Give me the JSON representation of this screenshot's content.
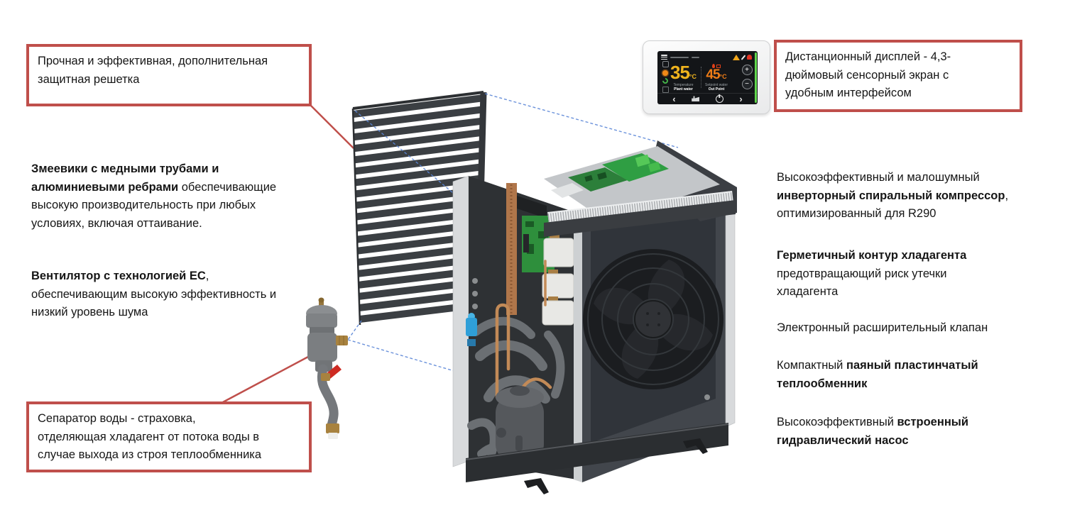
{
  "callouts": {
    "grille": {
      "lines": [
        [
          [
            "r",
            "Прочная и эффективная, дополнительная"
          ]
        ],
        [
          [
            "r",
            "защитная решетка"
          ]
        ]
      ]
    },
    "separator": {
      "lines": [
        [
          [
            "r",
            "Сепаратор воды - страховка,"
          ]
        ],
        [
          [
            "r",
            "отделяющая хладагент от потока воды в"
          ]
        ],
        [
          [
            "r",
            "случае выхода из строя теплообменника"
          ]
        ]
      ]
    },
    "display": {
      "lines": [
        [
          [
            "r",
            "Дистанционный дисплей - 4,3-"
          ]
        ],
        [
          [
            "r",
            "дюймовый сенсорный экран с"
          ]
        ],
        [
          [
            "r",
            "удобным интерфейсом"
          ]
        ]
      ]
    }
  },
  "features_left": {
    "coils": {
      "lines": [
        [
          [
            "b",
            "Змеевики с медными трубами и"
          ]
        ],
        [
          [
            "b",
            "алюминиевыми ребрами"
          ],
          [
            "r",
            " обеспечивающие"
          ]
        ],
        [
          [
            "r",
            "высокую производительность при любых"
          ]
        ],
        [
          [
            "r",
            "условиях, включая оттаивание."
          ]
        ]
      ]
    },
    "fan": {
      "lines": [
        [
          [
            "b",
            "Вентилятор с технологией EC"
          ],
          [
            "r",
            ","
          ]
        ],
        [
          [
            "r",
            "обеспечивающим высокую эффективность и"
          ]
        ],
        [
          [
            "r",
            "низкий уровень шума"
          ]
        ]
      ]
    }
  },
  "features_right": {
    "compressor": {
      "lines": [
        [
          [
            "r",
            "Высокоэффективный и малошумный"
          ]
        ],
        [
          [
            "b",
            "инверторный спиральный компрессор"
          ],
          [
            "r",
            ","
          ]
        ],
        [
          [
            "r",
            "оптимизированный для R290"
          ]
        ]
      ]
    },
    "circuit": {
      "lines": [
        [
          [
            "b",
            "Герметичный контур хладагента"
          ]
        ],
        [
          [
            "r",
            "предотвращающий риск утечки"
          ]
        ],
        [
          [
            "r",
            "хладагента"
          ]
        ]
      ]
    },
    "valve": {
      "lines": [
        [
          [
            "r",
            "Электронный расширительный клапан"
          ]
        ]
      ]
    },
    "heat_exchanger": {
      "lines": [
        [
          [
            "r",
            "Компактный "
          ],
          [
            "b",
            "паяный пластинчатый"
          ]
        ],
        [
          [
            "b",
            "теплообменник"
          ]
        ]
      ]
    },
    "pump": {
      "lines": [
        [
          [
            "r",
            "Высокоэффективный "
          ],
          [
            "b",
            "встроенный"
          ]
        ],
        [
          [
            "b",
            "гидравлический насос"
          ]
        ]
      ]
    }
  },
  "display": {
    "temps": {
      "left_value": "35",
      "left_unit": "°C",
      "left_label_top": "Temperature",
      "left_label_bottom": "Plant water",
      "right_value": "45",
      "right_unit": "°C",
      "right_label_top": "Setpoint water",
      "right_label_bottom": "Out Point"
    },
    "buttons": {
      "plus": "+",
      "minus": "−",
      "back": "‹",
      "forward": "›"
    },
    "icons": [
      "menu-icon",
      "warning-triangle-icon",
      "wrench-icon",
      "alarm-bell-icon",
      "mode-icon",
      "heat-mode-icon",
      "eco-mode-icon",
      "expand-icon",
      "flame-icon",
      "heater-icon",
      "boiler-icon",
      "power-icon",
      "status-led-strip"
    ]
  },
  "colors": {
    "callout_border": "#bf4f4b",
    "connector_red": "#bf4f4b",
    "guide_dash_blue": "#5b86d7",
    "temp_left_amber": "#f0b41e",
    "temp_right_orange": "#ef7d17",
    "led_green": "#62d84e"
  }
}
